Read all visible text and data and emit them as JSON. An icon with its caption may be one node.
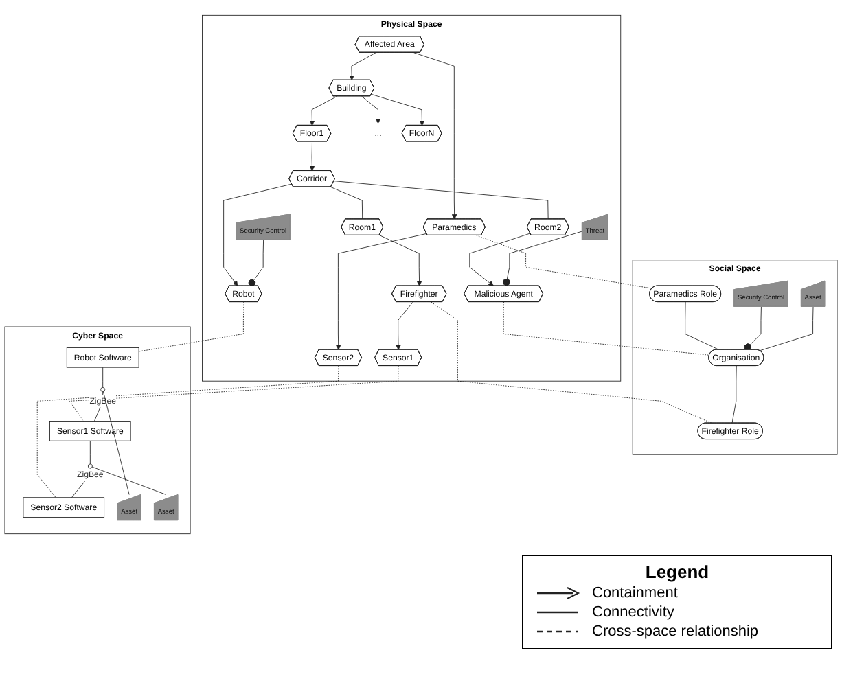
{
  "diagram": {
    "nodes": [
      {
        "text": [
          "Physical Space"
        ]
      },
      {
        "text": [
          "Building"
        ],
        "in": 0
      },
      {
        "text": [
          "Affected Area"
        ],
        "in": 0
      },
      {
        "text": [
          "Paramedics"
        ],
        "in": 0
      },
      {
        "text": [
          "Floor1"
        ],
        "in": 0
      },
      {
        "text": [
          "..."
        ],
        "in": 0
      },
      {
        "text": [
          "FloorN"
        ],
        "in": 0
      },
      {
        "text": [
          "Sensor2"
        ],
        "in": 0
      },
      {
        "text": [
          "Corridor"
        ],
        "in": 0
      },
      {
        "text": [
          "Room2"
        ],
        "in": 0
      },
      {
        "text": [
          "Malicious Agent"
        ],
        "in": 0
      },
      {
        "text": [
          "Threat"
        ],
        "in": 0
      },
      {
        "text": [
          "Room1"
        ],
        "in": 0
      },
      {
        "text": [
          "Firefighter"
        ],
        "in": 0
      },
      {
        "text": [
          "Robot"
        ],
        "in": 0
      },
      {
        "text": [
          "Security Control"
        ],
        "in": 0
      },
      {
        "text": [
          "Sensor1"
        ],
        "in": 0
      },
      {
        "text": [
          "Social Space"
        ]
      },
      {
        "text": [
          "Paramedics Role"
        ],
        "in": 17
      },
      {
        "text": [
          "Security Control"
        ],
        "in": 17
      },
      {
        "text": [
          "Asset"
        ],
        "in": 17
      },
      {
        "text": [
          "Organisation"
        ],
        "in": 17
      },
      {
        "text": [
          "Firefighter Role"
        ],
        "in": 17
      },
      {
        "text": [
          "Cyber Space"
        ]
      },
      {
        "text": [
          "Robot Software"
        ],
        "in": 23
      },
      {
        "text": [
          "Sensor1 Software"
        ],
        "in": 23
      },
      {
        "text": [
          "Sensor2 Software"
        ],
        "in": 23
      },
      {
        "text": [
          "Asset"
        ],
        "in": 23
      },
      {
        "text": [
          "Asset"
        ],
        "in": 23
      }
    ],
    "edges": [
      {
        "from": 2,
        "to": 1,
        "arrow": "to"
      },
      {
        "from": 2,
        "to": 3,
        "arrow": "to"
      },
      {
        "from": 1,
        "to": 4,
        "arrow": "to"
      },
      {
        "from": 1,
        "to": 5,
        "arrow": "to"
      },
      {
        "from": 1,
        "to": 6,
        "arrow": "to"
      },
      {
        "from": 4,
        "to": 8,
        "arrow": "to"
      },
      {
        "from": 8,
        "to": 9,
        "arrow": "none"
      },
      {
        "from": 9,
        "to": 10,
        "arrow": "to"
      },
      {
        "from": 8,
        "to": 12,
        "arrow": "none"
      },
      {
        "from": 12,
        "to": 13,
        "arrow": "to"
      },
      {
        "from": 8,
        "to": 14,
        "arrow": "to"
      },
      {
        "from": 13,
        "to": 16,
        "arrow": "to"
      },
      {
        "from": 3,
        "to": 7,
        "arrow": "to"
      },
      {
        "from": 11,
        "to": 10,
        "arrow": "other"
      },
      {
        "from": 15,
        "to": 14,
        "arrow": "other"
      },
      {
        "from": 3,
        "to": 18,
        "arrow": "none",
        "style": "dashed"
      },
      {
        "from": 10,
        "to": 21,
        "arrow": "none",
        "style": "dashed"
      },
      {
        "from": 13,
        "to": 22,
        "arrow": "none",
        "style": "dashed"
      },
      {
        "from": 14,
        "to": 24,
        "arrow": "none",
        "style": "dashed"
      },
      {
        "from": 16,
        "to": 25,
        "arrow": "none",
        "style": "dashed"
      },
      {
        "from": 7,
        "to": 26,
        "arrow": "none",
        "style": "dashed"
      },
      {
        "from": 18,
        "to": 21,
        "arrow": "none"
      },
      {
        "from": 21,
        "to": 22,
        "arrow": "none"
      },
      {
        "from": 19,
        "to": 21,
        "arrow": "other"
      },
      {
        "from": 20,
        "to": 21,
        "arrow": "none"
      },
      {
        "from": 24,
        "to": 25,
        "arrow": "none",
        "label": "ZigBee"
      },
      {
        "from": 25,
        "to": 26,
        "arrow": "none",
        "label": "ZigBee"
      },
      {
        "from": 27,
        "to": null,
        "arrow": "other"
      },
      {
        "from": 28,
        "to": null,
        "arrow": "other"
      }
    ],
    "labels": [
      "Legend"
    ],
    "legend": [
      {
        "text": "Containment"
      },
      {
        "text": "Connectivity"
      },
      {
        "text": "Cross-space relationship"
      }
    ]
  }
}
